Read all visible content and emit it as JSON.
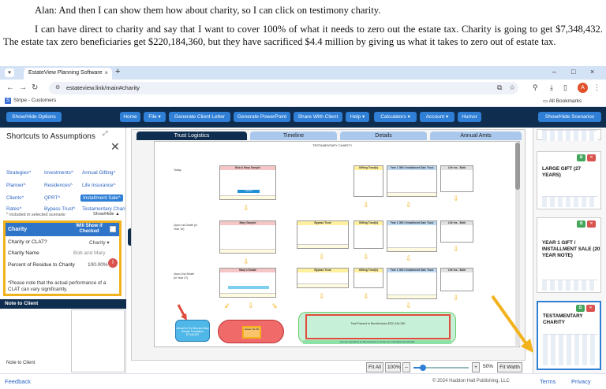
{
  "transcript": {
    "line1": "Alan: And then I can show them how about charity, so I can click on testimony charity.",
    "line2": "I can have direct to charity and say that I want to cover 100% of what it needs to zero out the estate tax. Charity is going to get $7,348,432. The estate tax zero beneficiaries get $220,184,360, but they have sacrificed $4.4 million by giving us what it takes to zero out of estate tax."
  },
  "browser": {
    "tab_title": "EstateView Planning Software",
    "tab_close": "×",
    "new_tab": "+",
    "url": "estateview.link/main#charity",
    "bookmark": "Stripe - Customers",
    "bookmark_icon": "S",
    "all_bookmarks": "All Bookmarks",
    "profile_initial": "A",
    "win_min": "–",
    "win_max": "□",
    "win_close": "×"
  },
  "toolbar": {
    "show_hide_options": "Show/Hide Options",
    "home": "Home",
    "file": "File ▾",
    "generate_client_letter": "Generate Client Letter",
    "generate_powerpoint": "Generate PowerPoint",
    "share_with_client": "Share With Client",
    "help": "Help ▾",
    "calculators": "Calculators ▾",
    "account": "Account ▾",
    "humor": "Humor",
    "show_hide_scenarios": "Show/Hide Scenarios"
  },
  "left": {
    "title": "Shortcuts to Assumptions",
    "shortcuts": [
      "Strategies^",
      "Investments^",
      "Annual Gifting^",
      "Planner^",
      "Residences^",
      "Life Insurance^",
      "Clients^",
      "QPRT^",
      "Installment Sale^",
      "Rates^",
      "Bypass Trust^",
      "Testamentary Chari"
    ],
    "included_note": "^ included in selected scenario",
    "show_hide": "Show/Hide ▲",
    "charity": {
      "title": "Charity",
      "will_show": "Will Show if Checked",
      "rows": [
        {
          "label": "Charity or CLAT?",
          "value": "Charity ▾"
        },
        {
          "label": "Charity Name",
          "value": "Bob and Mary"
        },
        {
          "label": "Percent of Residue to Charity",
          "value": "100.00%"
        }
      ],
      "note": "*Please note that the actual performance of a CLAT can vary significantly.",
      "cursor": "I"
    },
    "note_head": "Note to Client",
    "note_bottom": "Note to Client"
  },
  "center": {
    "tabs": [
      "Trust Logistics",
      "Timeline",
      "Details",
      "Annual Amts"
    ],
    "side_toggle": "»",
    "diagram": {
      "title": "TESTAMENTARY CHARITY",
      "rows": [
        "Today",
        "Upon 1st Death (in Year 10)",
        "Upon 2nd Death (in Year 27)"
      ],
      "boxes_row1": [
        "Bob & Mary Sample",
        "Gifting Trust(s)",
        "Year 1 Gift / Installment Sale Trust",
        "Life Ins - Both"
      ],
      "boxes_row2": [
        "Mary Sample",
        "Bypass Trust",
        "Gifting Trust(s)",
        "Year 1 Gift / Installment Sale Trust",
        "Life Ins - Both"
      ],
      "boxes_row3": [
        "Mary's Estate",
        "Bypass Trust",
        "Gifting Trust(s)",
        "Year 1 Gift / Installment Sale Trust",
        "Life Ins - Both"
      ],
      "button_label": "Sublimit",
      "charity_bubble": "Amount to The Bob and Mary Sample Foundation $7,348,432",
      "tax_bubble": "Estate Tax $0",
      "total_bubble": "Total Passed to Beneficiaries $220,184,360",
      "sacrifice_bar": "Amount Sacrificed by Beneficiaries in Testament Charitable $4,400,000"
    },
    "zoom": {
      "fit_all": "Fit All",
      "pct100": "100%",
      "minus": "–",
      "plus": "+",
      "level": "50%",
      "fit_width": "Fit Width"
    }
  },
  "right": {
    "scenarios": [
      {
        "label": "LARGE GIFT (27 YEARS)"
      },
      {
        "label": "YEAR 1 GIFT / INSTALLMENT SALE (20 YEAR NOTE)"
      },
      {
        "label": "TESTAMENTARY CHARITY"
      }
    ]
  },
  "footer": {
    "feedback": "Feedback",
    "copyright": "© 2024 Haddon Hall Publishing, LLC",
    "terms": "Terms",
    "privacy": "Privacy"
  },
  "colors": {
    "navy": "#0f2d4e",
    "button_blue": "#2f7fd6",
    "highlight_yellow": "#f2b21c",
    "alert_red": "#e04b3b"
  }
}
